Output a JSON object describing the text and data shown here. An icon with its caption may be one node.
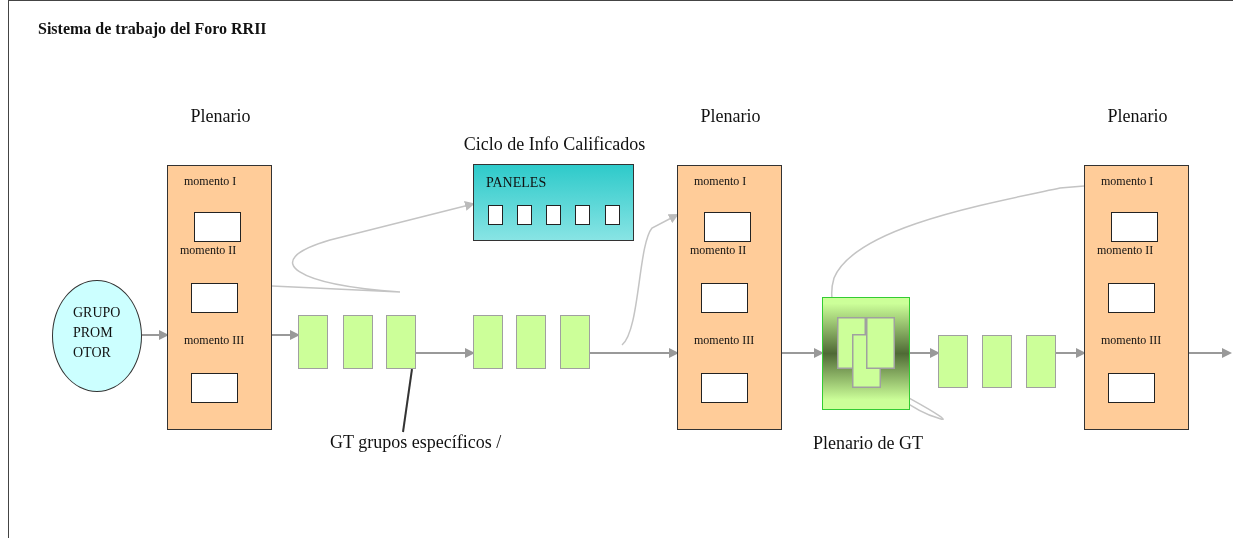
{
  "diagram": {
    "title": "Sistema de trabajo del Foro RRII",
    "nodes": [
      {
        "text": [
          "GRUPO PROM OTOR"
        ]
      },
      {
        "text": [
          "Plenario",
          "momento I",
          "momento II",
          "momento III"
        ]
      },
      {
        "text": [],
        "shape": "box",
        "in": 1
      },
      {
        "text": [],
        "shape": "box",
        "in": 1
      },
      {
        "text": [],
        "shape": "box",
        "in": 1
      },
      {
        "text": [
          "Ciclo de Info Calificados",
          "PANELES"
        ]
      },
      {
        "text": [],
        "shape": "box",
        "in": 5
      },
      {
        "text": [],
        "shape": "box",
        "in": 5
      },
      {
        "text": [],
        "shape": "box",
        "in": 5
      },
      {
        "text": [],
        "shape": "box",
        "in": 5
      },
      {
        "text": [],
        "shape": "box",
        "in": 5
      },
      {
        "text": [],
        "shape": "box"
      },
      {
        "text": [],
        "shape": "box"
      },
      {
        "text": [],
        "shape": "box"
      },
      {
        "text": [],
        "shape": "box"
      },
      {
        "text": [],
        "shape": "box"
      },
      {
        "text": [],
        "shape": "box"
      },
      {
        "text": [
          "Plenario",
          "momento I",
          "momento II",
          "momento III"
        ]
      },
      {
        "text": [],
        "shape": "box",
        "in": 17
      },
      {
        "text": [],
        "shape": "box",
        "in": 17
      },
      {
        "text": [],
        "shape": "box",
        "in": 17
      },
      {
        "text": [
          "Plenario de GT"
        ]
      },
      {
        "text": [],
        "shape": "box"
      },
      {
        "text": [],
        "shape": "box"
      },
      {
        "text": [],
        "shape": "box"
      },
      {
        "text": [
          "Plenario",
          "momento I",
          "momento II",
          "momento III"
        ]
      },
      {
        "text": [],
        "shape": "box",
        "in": 25
      },
      {
        "text": [],
        "shape": "box",
        "in": 25
      },
      {
        "text": [],
        "shape": "box",
        "in": 25
      },
      {
        "text": [
          "GT grupos específicos /"
        ]
      }
    ],
    "edges": [
      {
        "from": 0,
        "to": 1,
        "arrow": "to"
      },
      {
        "from": 1,
        "to": 11,
        "arrow": "to"
      },
      {
        "from": 13,
        "to": 14,
        "arrow": "to"
      },
      {
        "from": 16,
        "to": 17,
        "arrow": "to"
      },
      {
        "from": 17,
        "to": 21,
        "arrow": "to"
      },
      {
        "from": 21,
        "to": 22,
        "arrow": "to"
      },
      {
        "from": 24,
        "to": 25,
        "arrow": "to"
      },
      {
        "from": 25,
        "to": null,
        "arrow": "to"
      },
      {
        "from": 1,
        "to": 5,
        "arrow": "to"
      },
      {
        "from": null,
        "to": 17,
        "arrow": "to"
      },
      {
        "from": 21,
        "to": 25,
        "arrow": "none"
      },
      {
        "from": 29,
        "to": 13,
        "arrow": "none",
        "color": "#333333"
      }
    ]
  }
}
